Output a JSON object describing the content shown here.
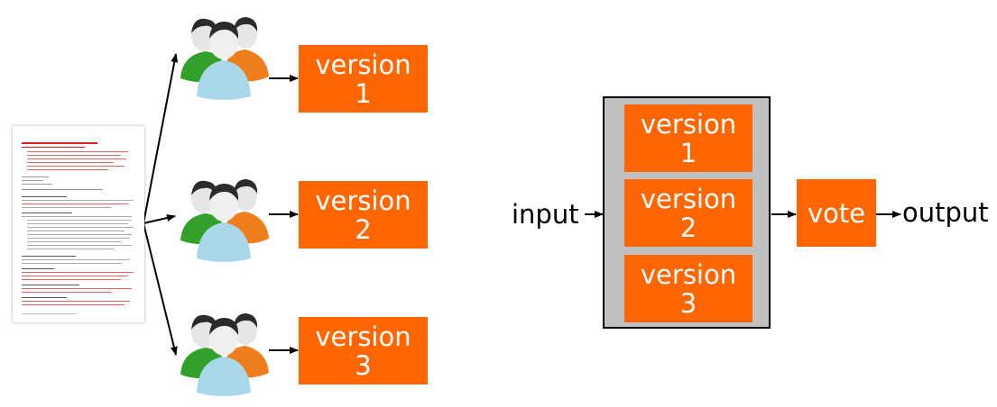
{
  "left_versions": [
    {
      "word": "version",
      "num": "1"
    },
    {
      "word": "version",
      "num": "2"
    },
    {
      "word": "version",
      "num": "3"
    }
  ],
  "voter_versions": [
    {
      "word": "version",
      "num": "1"
    },
    {
      "word": "version",
      "num": "2"
    },
    {
      "word": "version",
      "num": "3"
    }
  ],
  "input_label": "input",
  "vote_label": "vote",
  "output_label": "output",
  "colors": {
    "accent": "#ff6600",
    "voter_fill": "#c0c0c0",
    "doc_red": "#e02020"
  },
  "icons": [
    "document-icon",
    "team-icon"
  ]
}
